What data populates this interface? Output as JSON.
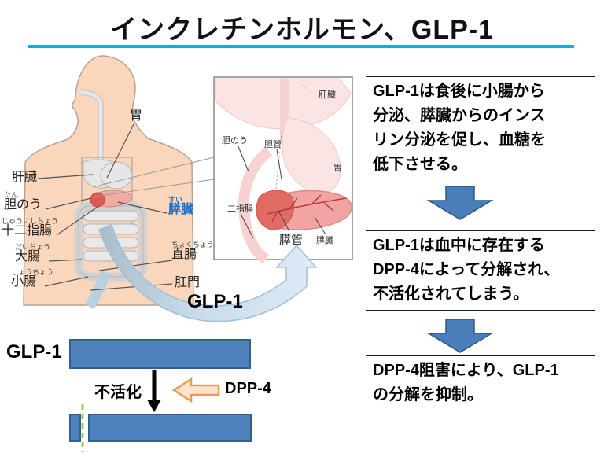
{
  "title": {
    "text": "インクレチンホルモン、GLP-1"
  },
  "body_diagram": {
    "labels": {
      "stomach": {
        "text": "胃"
      },
      "liver": {
        "text": "肝臓"
      },
      "gallbladder": {
        "furigana": "たん",
        "text": "胆のう"
      },
      "duodenum": {
        "furigana": "じゅうにしちょう",
        "text": "十二指腸"
      },
      "large_intestine": {
        "furigana": "だいちょう",
        "text": "大腸"
      },
      "small_intestine": {
        "furigana": "しょうちょう",
        "text": "小腸"
      },
      "pancreas": {
        "furigana": "すい",
        "text": "膵臓"
      },
      "rectum": {
        "furigana": "ちょくちょう",
        "text": "直腸"
      },
      "anus": {
        "text": "肛門"
      }
    }
  },
  "inset_diagram": {
    "labels": {
      "liver": "肝臓",
      "gallbladder": "胆のう",
      "bile_duct": "胆管",
      "stomach": "胃",
      "duodenum": "十二指腸",
      "pancreatic_duct": "膵管",
      "pancreas": "膵臓"
    }
  },
  "flow": {
    "glp1_arrow_label": "GLP-1",
    "boxes": [
      {
        "lines": [
          "GLP-1は食後に小腸から",
          "分泌、膵臓からのインス",
          "リン分泌を促し、血糖を",
          "低下させる。"
        ]
      },
      {
        "lines": [
          "GLP-1は血中に存在する",
          "DPP-4によって分解され、",
          "不活化されてしまう。"
        ]
      },
      {
        "lines": [
          "DPP-4阻害により、GLP-1",
          "の分解を抑制。"
        ]
      }
    ]
  },
  "bottom_diagram": {
    "glp1_label": "GLP-1",
    "inactivation_label": "不活化",
    "dpp4_label": "DPP-4"
  },
  "colors": {
    "title_underline": "#00b0f0",
    "bar_blue": "#4f81bd",
    "flow_arrow_blue": "#4a7ebb",
    "dpp4_arrow_orange": "#ed9b53",
    "cut_line_green": "#92d050",
    "pancreas_label_blue": "#1f6fc4"
  }
}
